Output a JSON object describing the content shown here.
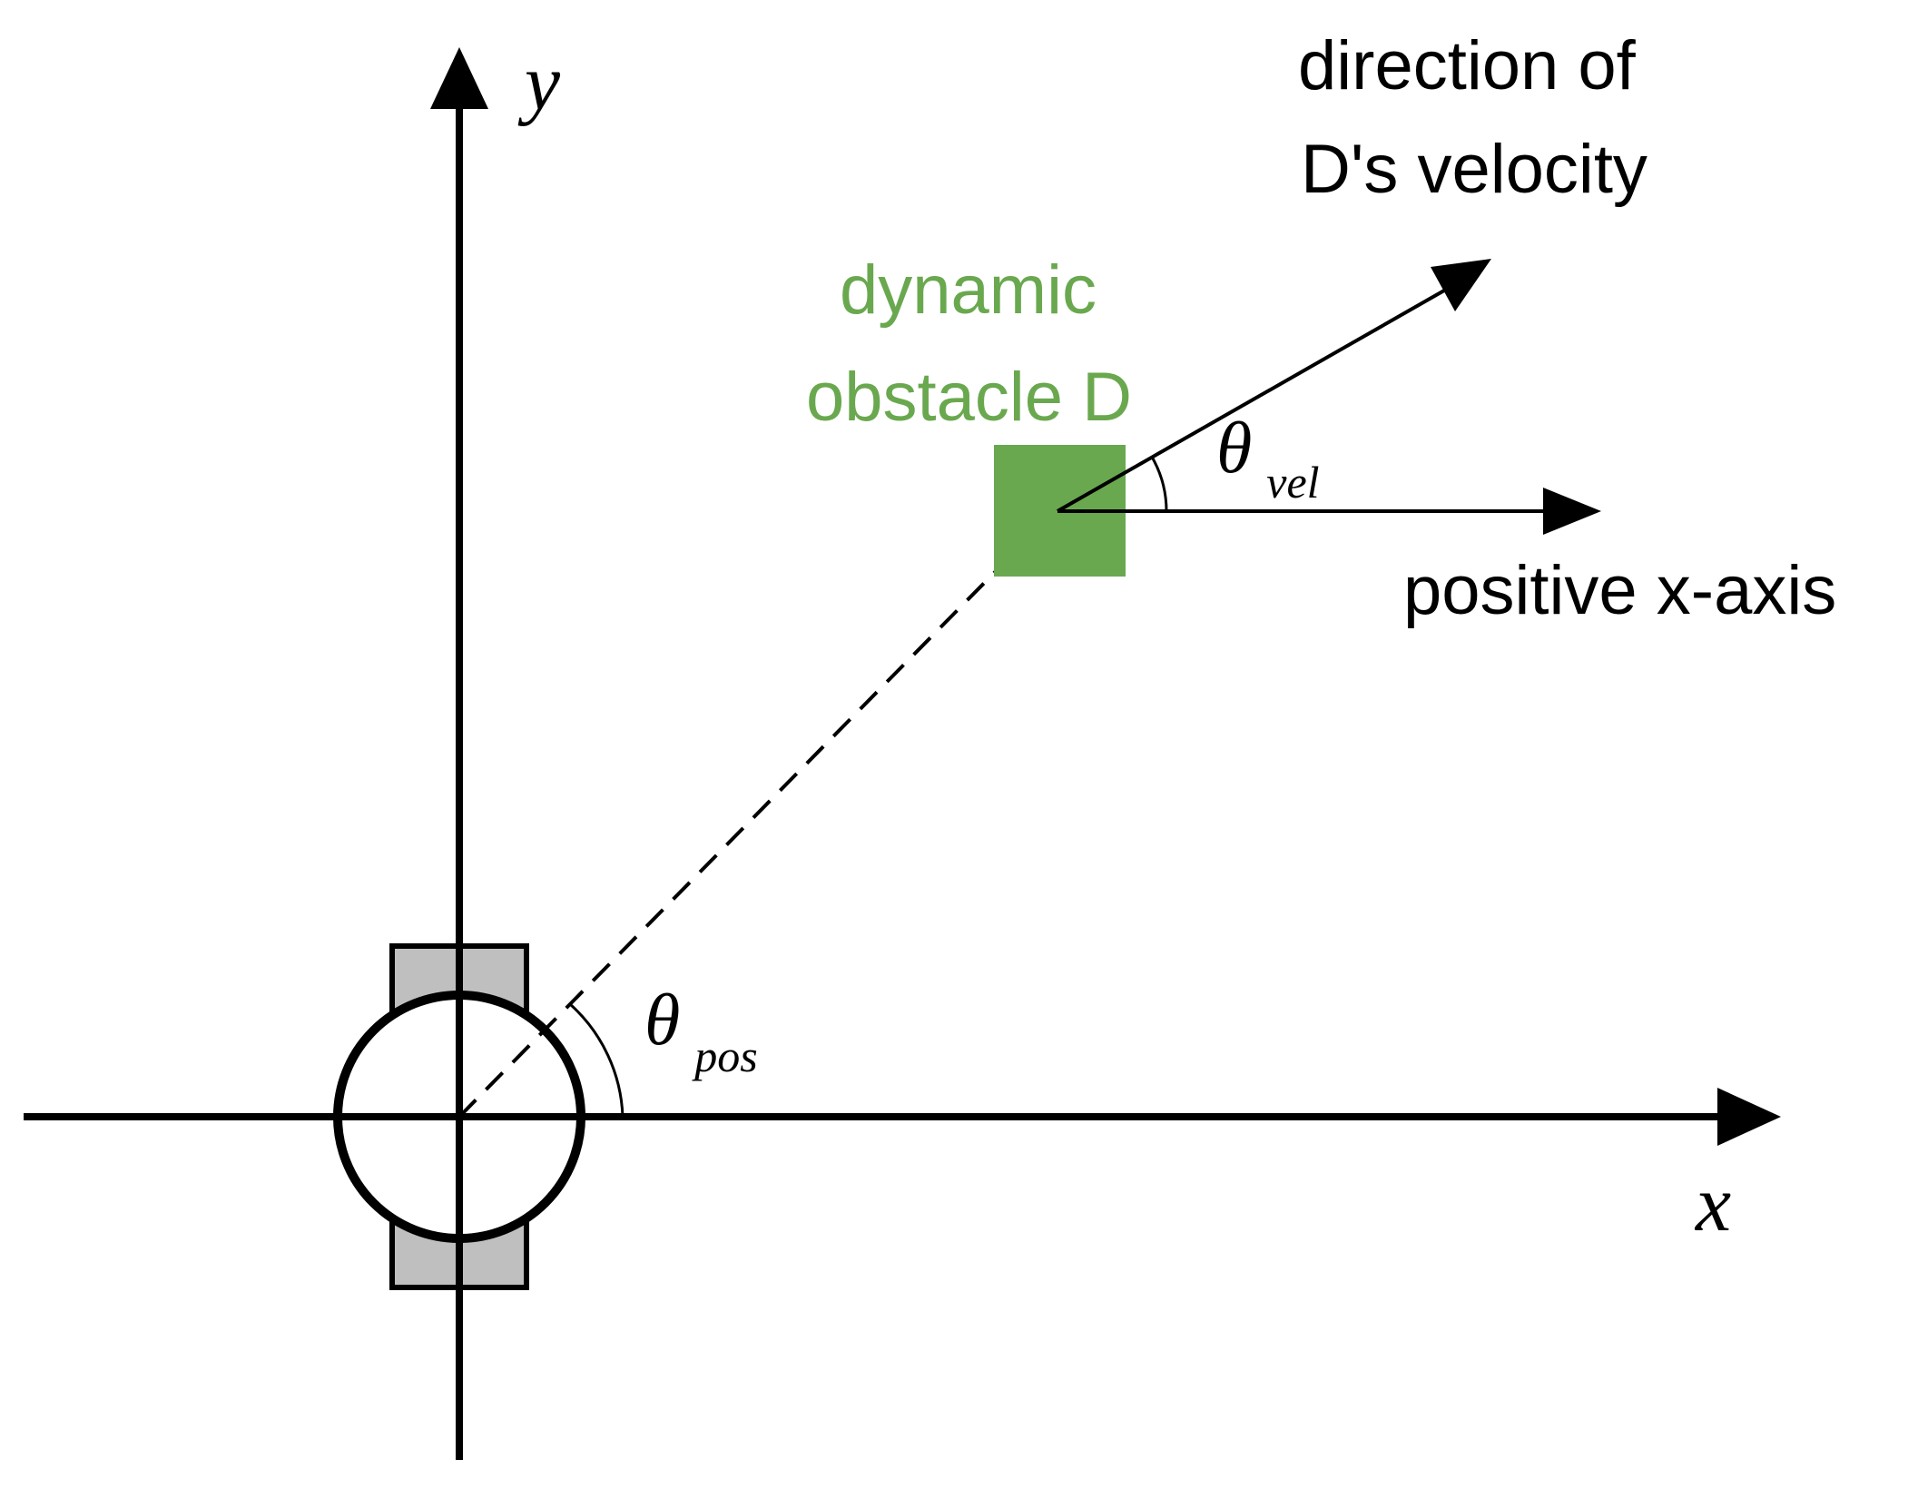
{
  "axes": {
    "x_label": "x",
    "y_label": "y"
  },
  "obstacle": {
    "label_line1": "dynamic",
    "label_line2": "obstacle D"
  },
  "velocity": {
    "label_line1": "direction of",
    "label_line2": "D's velocity"
  },
  "reference": {
    "label": "positive x-axis"
  },
  "angles": {
    "vel_symbol": "θ",
    "vel_subscript": "vel",
    "pos_symbol": "θ",
    "pos_subscript": "pos"
  },
  "colors": {
    "obstacle": "#6aa84f",
    "robot_wheels": "#bfbfbf",
    "stroke": "#000000"
  }
}
